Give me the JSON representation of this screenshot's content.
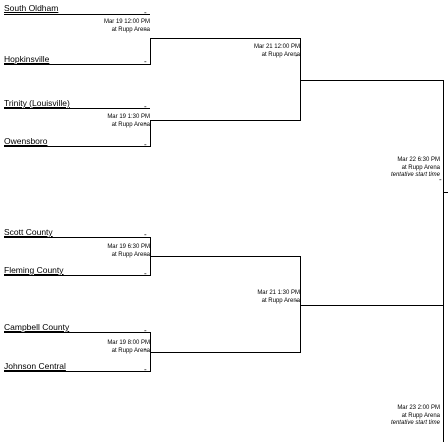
{
  "round1": {
    "g1": {
      "team_top": "South Oldham",
      "date": "Mar 19 12:00 PM",
      "venue": "at Rupp Arena",
      "team_bottom": "Hopkinsville"
    },
    "g2": {
      "team_top": "Trinity (Louisville)",
      "date": "Mar 19 1:30 PM",
      "venue": "at Rupp Arena",
      "team_bottom": "Owensboro"
    },
    "g3": {
      "team_top": "Scott County",
      "date": "Mar 19 6:30 PM",
      "venue": "at Rupp Arena",
      "team_bottom": "Fleming County"
    },
    "g4": {
      "team_top": "Campbell County",
      "date": "Mar 19 8:00 PM",
      "venue": "at Rupp Arena",
      "team_bottom": "Johnson Central"
    }
  },
  "round2": {
    "g1": {
      "date": "Mar 21 12:00 PM",
      "venue": "at Rupp Arena"
    },
    "g2": {
      "date": "Mar 21 1:30 PM",
      "venue": "at Rupp Arena"
    }
  },
  "round3": {
    "g1": {
      "date": "Mar 22 6:30 PM",
      "venue": "at Rupp Arena",
      "note": "tentative start time"
    }
  },
  "round4": {
    "g1": {
      "date": "Mar 23 2:00 PM",
      "venue": "at Rupp Arena",
      "note": "tentative start time"
    }
  },
  "separator": "-"
}
